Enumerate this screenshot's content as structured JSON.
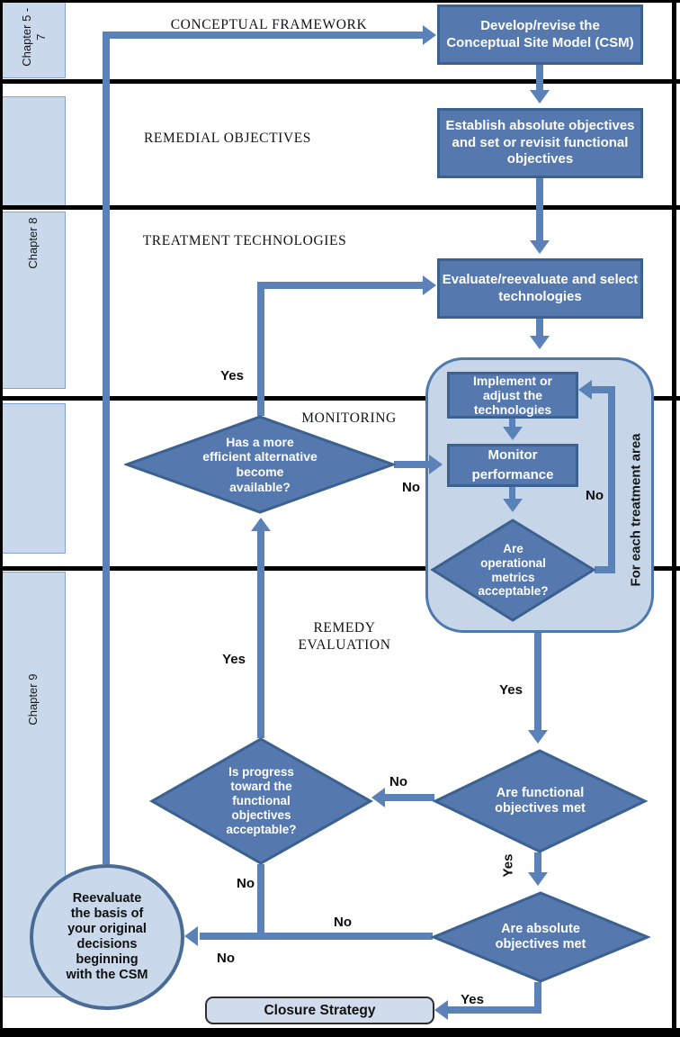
{
  "colors": {
    "node_fill": "#5578AF",
    "node_border": "#3A618F",
    "panel_fill": "#C9D8EA",
    "loop_container_fill": "#C7D5E8",
    "connector": "#5A82B9",
    "divider": "#000000",
    "node_text": "#FFFFFF"
  },
  "sidebar": {
    "chapters": [
      {
        "label": "Chapter 5 -\n7"
      },
      {
        "label": "Chapter 8"
      },
      {
        "label": "Chapter 9"
      }
    ]
  },
  "headers": {
    "conceptual_framework": "CONCEPTUAL FRAMEWORK",
    "remedial_objectives": "REMEDIAL OBJECTIVES",
    "treatment_technologies": "TREATMENT TECHNOLOGIES",
    "monitoring": "MONITORING",
    "remedy_evaluation": "REMEDY\nEVALUATION"
  },
  "nodes": {
    "develop_csm": "Develop/revise the\nConceptual Site Model (CSM)",
    "establish_objectives": "Establish absolute objectives\nand set or revisit functional\nobjectives",
    "evaluate_technologies": "Evaluate/reevaluate and select\ntechnologies",
    "implement_adjust": "Implement or\nadjust the\ntechnologies",
    "monitor_performance": "Monitor\nperformance",
    "alternative_available": "Has a more\nefficient alternative\nbecome\navailable?",
    "operational_metrics": "Are\noperational\nmetrics\nacceptable?",
    "progress_acceptable": "Is progress\ntoward the\nfunctional\nobjectives\nacceptable?",
    "functional_met": "Are functional\nobjectives met",
    "absolute_met": "Are absolute\nobjectives met",
    "reevaluate_basis": "Reevaluate\nthe basis of\nyour original\ndecisions\nbeginning\nwith the CSM",
    "closure_strategy": "Closure Strategy"
  },
  "loop_label": "For each treatment area",
  "edge_labels": {
    "yes": "Yes",
    "no": "No"
  }
}
